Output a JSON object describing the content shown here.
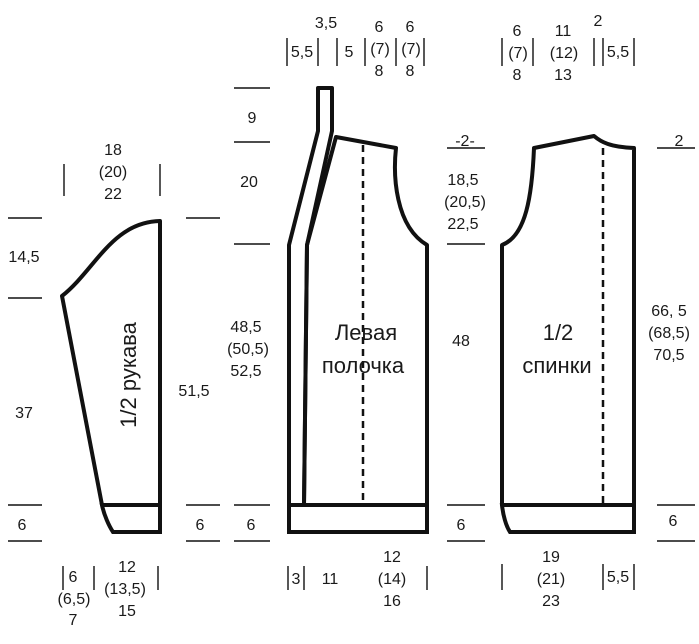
{
  "sleeve": {
    "title": "1/2 рукава",
    "top_width": [
      "18",
      "(20)",
      "22"
    ],
    "cap_height": "14,5",
    "arm_length": "37",
    "cuff_height_left": "6",
    "cuff_height_right": "6",
    "total_length": "51,5",
    "bottom_edge": [
      "6",
      "(6,5)",
      "7"
    ],
    "bottom_width": [
      "12",
      "(13,5)",
      "15"
    ]
  },
  "front": {
    "title_line1": "Левая",
    "title_line2": "полочка",
    "top_widths": {
      "a": "3,5",
      "b": "5,5",
      "c": "5",
      "d": [
        "6",
        "(7)",
        "8"
      ],
      "e": [
        "6",
        "(7)",
        "8"
      ]
    },
    "neck_height": "9",
    "armhole_height": "20",
    "body_length": [
      "48,5",
      "(50,5)",
      "52,5"
    ],
    "hem_height": "6",
    "bottom_left": "3",
    "bottom_mid": "11",
    "bottom_right": [
      "12",
      "(14)",
      "16"
    ]
  },
  "middle": {
    "shoulder_drop": "-2-",
    "armhole_depth": [
      "18,5",
      "(20,5)",
      "22,5"
    ],
    "side_length": "48",
    "hem_height": "6"
  },
  "back": {
    "title_line1": "1/2",
    "title_line2": "спинки",
    "top_widths": {
      "a": [
        "6",
        "(7)",
        "8"
      ],
      "b": [
        "11",
        "(12)",
        "13"
      ],
      "c": "2",
      "d": "5,5"
    },
    "shoulder_drop": "2",
    "total_length": [
      "66, 5",
      "(68,5)",
      "70,5"
    ],
    "hem_height": "6",
    "bottom_width": [
      "19",
      "(21)",
      "23"
    ],
    "bottom_right": "5,5"
  }
}
